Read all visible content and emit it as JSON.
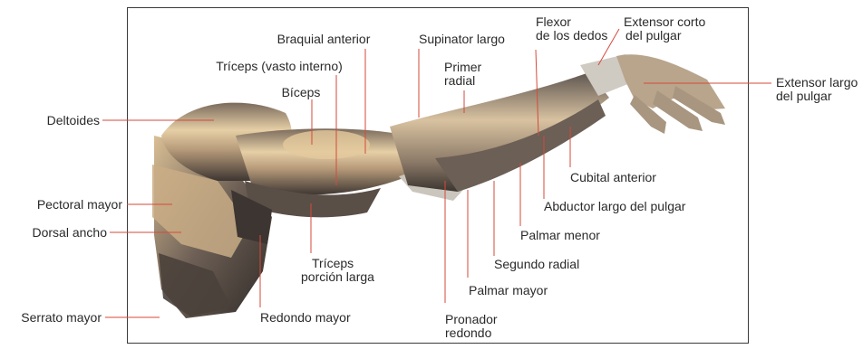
{
  "colors": {
    "leader": "#d64a3a",
    "frame": "#3a3a3a",
    "text": "#2a2a2a",
    "muscle_light": "#e6c89a",
    "muscle_dark": "#3a3430",
    "tendon": "#c9c4bc"
  },
  "labels": {
    "deltoides": "Deltoides",
    "pectoral_mayor": "Pectoral mayor",
    "dorsal_ancho": "Dorsal ancho",
    "serrato_mayor": "Serrato mayor",
    "braquial_anterior": "Braquial anterior",
    "triceps_vasto_interno": "Tríceps (vasto interno)",
    "biceps": "Bíceps",
    "triceps_porcion_larga_1": "Tríceps",
    "triceps_porcion_larga_2": "porción larga",
    "redondo_mayor": "Redondo mayor",
    "supinator_largo": "Supinator largo",
    "primer_radial_1": "Primer",
    "primer_radial_2": "radial",
    "pronador_redondo_1": "Pronador",
    "pronador_redondo_2": "redondo",
    "palmar_mayor": "Palmar mayor",
    "segundo_radial": "Segundo radial",
    "palmar_menor": "Palmar menor",
    "abductor_largo": "Abductor largo del pulgar",
    "cubital_anterior": "Cubital anterior",
    "flexor_dedos_1": "Flexor",
    "flexor_dedos_2": "de los dedos",
    "extensor_corto_1": "Extensor corto",
    "extensor_corto_2": "del pulgar",
    "extensor_largo_1": "Extensor largo",
    "extensor_largo_2": "del pulgar"
  }
}
